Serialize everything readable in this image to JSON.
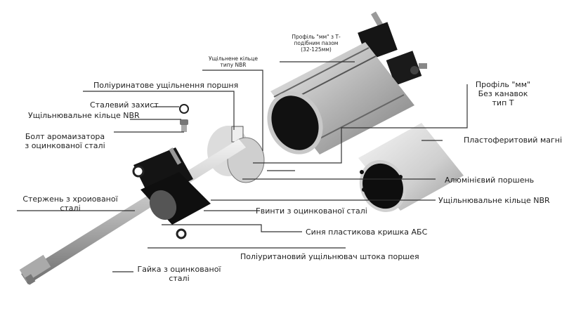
{
  "diagram": {
    "labels": {
      "profile_t_slot": [
        "Профіль \"мм\" з Т-",
        "подібним пазом",
        "(32-125мм)"
      ],
      "nbr_ring_top": [
        "Ущільнене кільце",
        "типу NBR"
      ],
      "pu_piston_seal": "Поліуринатове ущільнення поршня",
      "steel_guard": "Сталевий захист",
      "nbr_ring_left": "Ущільнювальне кільце NBR",
      "bolt": [
        "Болт аромаизатора",
        "з оцинкованої сталі"
      ],
      "rod": [
        "Стержень з хроиованої",
        "сталі"
      ],
      "screws": "Гвинти з оцинкованої сталі",
      "cover": "Синя пластикова кришка АБС",
      "rod_seal": "Поліуританoвий ущільнювач штока поршея",
      "nut": [
        "Гайка з оцинкованої",
        "сталі"
      ],
      "profile_plain": [
        "Профіль \"мм\"",
        "Без канавок",
        "тип Т"
      ],
      "magnet": "Пластоферитовий магніт",
      "al_piston": "Алюмінієвий поршень",
      "nbr_ring_right": "Ущільнювальне кільце NBR"
    },
    "colors": {
      "metal_light": "#d9d9d9",
      "metal_dark": "#8a8a8a",
      "black_part": "#151515",
      "leader_line": "#333333"
    }
  }
}
